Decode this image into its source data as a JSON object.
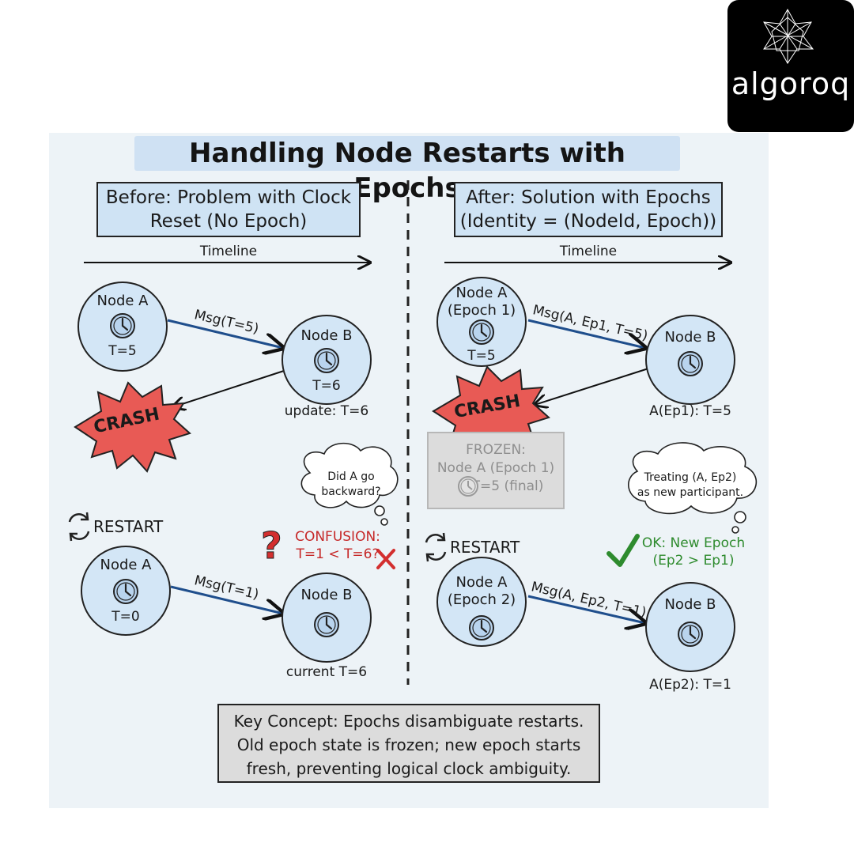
{
  "logo": {
    "text": "algoroq"
  },
  "title": "Handling Node Restarts with Epochs",
  "left": {
    "header_line1": "Before: Problem with Clock",
    "header_line2": "Reset (No Epoch)",
    "timeline": "Timeline",
    "top_node_a": {
      "name": "Node A",
      "time": "T=5"
    },
    "top_msg": "Msg(T=5)",
    "top_node_b": {
      "name": "Node B",
      "time": "T=6"
    },
    "top_update": "update: T=6",
    "crash": "CRASH",
    "bubble_line1": "Did A go",
    "bubble_line2": "backward?",
    "restart": "RESTART",
    "confusion_line1": "CONFUSION:",
    "confusion_line2": "T=1 < T=6?",
    "bottom_node_a": {
      "name": "Node A",
      "time": "T=0"
    },
    "bottom_msg": "Msg(T=1)",
    "bottom_node_b": {
      "name": "Node B"
    },
    "bottom_current": "current T=6"
  },
  "right": {
    "header_line1": "After: Solution with Epochs",
    "header_line2": "(Identity = (NodeId, Epoch))",
    "timeline": "Timeline",
    "top_node_a": {
      "name": "Node A",
      "epoch": "(Epoch 1)",
      "time": "T=5"
    },
    "top_msg": "Msg(A, Ep1, T=5)",
    "top_node_b": {
      "name": "Node B"
    },
    "top_state": "A(Ep1): T=5",
    "crash": "CRASH",
    "frozen_line1": "FROZEN:",
    "frozen_line2": "Node A (Epoch 1)",
    "frozen_line3": "T=5 (final)",
    "bubble_line1": "Treating (A, Ep2)",
    "bubble_line2": "as new participant.",
    "restart": "RESTART",
    "ok_line1": "OK: New Epoch",
    "ok_line2": "(Ep2 > Ep1)",
    "bottom_node_a": {
      "name": "Node A",
      "epoch": "(Epoch 2)"
    },
    "bottom_msg": "Msg(A, Ep2, T=1)",
    "bottom_node_b": {
      "name": "Node B"
    },
    "bottom_state": "A(Ep2): T=1"
  },
  "key_concept": {
    "line1": "Key Concept: Epochs disambiguate restarts.",
    "line2": "Old epoch state is frozen; new epoch starts",
    "line3": "fresh, preventing logical clock ambiguity."
  },
  "colors": {
    "panel": "#edf3f7",
    "node_fill": "#d3e6f6",
    "header_fill": "#cfe3f4",
    "crash_red": "#e85a55",
    "confusion_red": "#c62828",
    "ok_green": "#2e8b2e",
    "arrow_blue": "#1f4e8c"
  },
  "icons": [
    "clock-icon",
    "restart-icon",
    "question-mark-icon",
    "cross-icon",
    "check-icon",
    "logo-star-icon"
  ]
}
